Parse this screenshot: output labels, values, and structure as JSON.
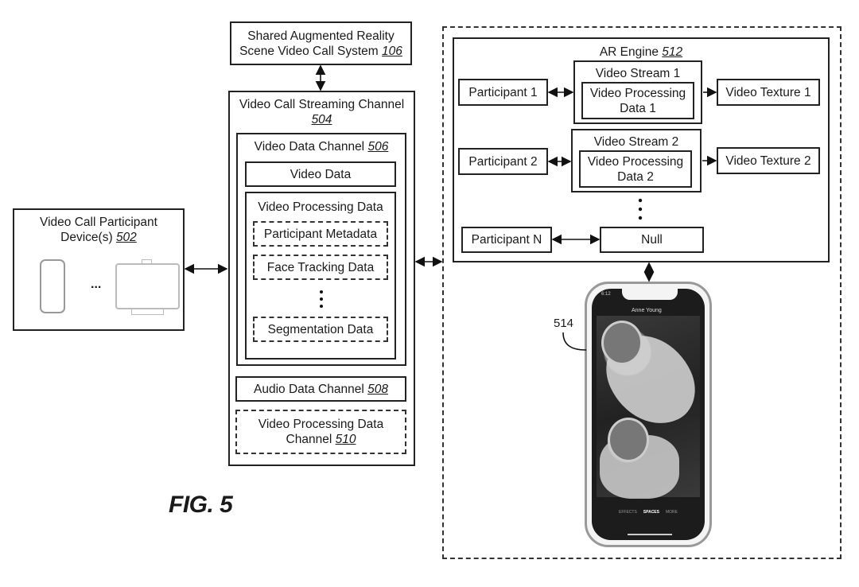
{
  "figure_label": "FIG. 5",
  "shared_system": {
    "line1": "Shared Augmented Reality",
    "line2": "Scene Video Call System",
    "ref": "106"
  },
  "participant_devices": {
    "line1": "Video Call Participant",
    "line2": "Device(s)",
    "ref": "502",
    "ellipsis": "..."
  },
  "streaming_channel": {
    "title": "Video Call Streaming Channel",
    "ref": "504",
    "video_data_channel": {
      "title": "Video Data Channel",
      "ref": "506",
      "video_data": "Video Data",
      "video_processing_data": {
        "title": "Video Processing Data",
        "items": [
          "Participant Metadata",
          "Face Tracking Data",
          "Segmentation Data"
        ]
      }
    },
    "audio_data_channel": {
      "title": "Audio Data Channel",
      "ref": "508"
    },
    "video_processing_data_channel": {
      "line1": "Video Processing Data",
      "line2": "Channel",
      "ref": "510"
    }
  },
  "ar_engine": {
    "title": "AR Engine",
    "ref": "512",
    "rows": [
      {
        "participant": "Participant 1",
        "stream_title": "Video Stream 1",
        "stream_data_line1": "Video Processing",
        "stream_data_line2": "Data 1",
        "texture": "Video Texture 1"
      },
      {
        "participant": "Participant 2",
        "stream_title": "Video Stream 2",
        "stream_data_line1": "Video Processing",
        "stream_data_line2": "Data 2",
        "texture": "Video Texture 2"
      }
    ],
    "last_row": {
      "participant": "Participant N",
      "target": "Null"
    }
  },
  "client_device": {
    "ref": "514",
    "status_time": "6:12",
    "caller_name": "Anne Young",
    "bottom_tabs": [
      "EFFECTS",
      "SPACES",
      "MORE"
    ]
  }
}
